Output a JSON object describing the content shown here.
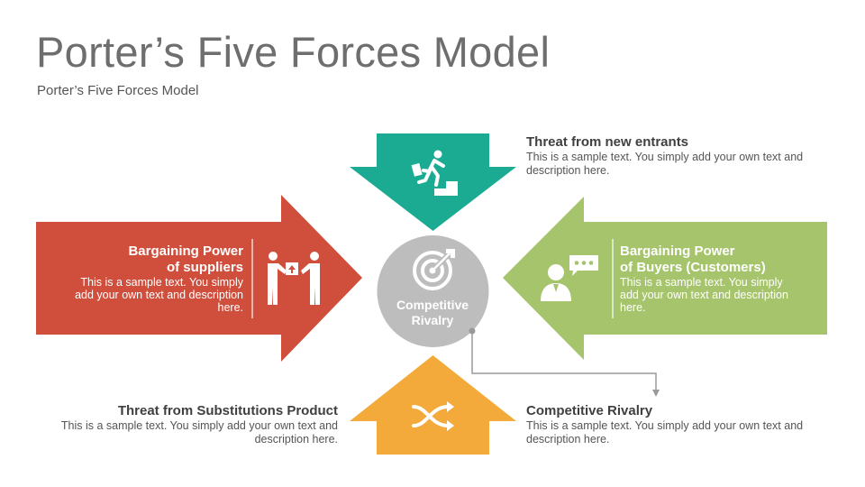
{
  "title": "Porter’s Five Forces Model",
  "subtitle": "Porter’s Five Forces Model",
  "center": {
    "label_line1": "Competitive",
    "label_line2": "Rivalry",
    "icon": "target-icon",
    "color": "#bdbdbd"
  },
  "forces": {
    "suppliers": {
      "heading_line1": "Bargaining Power",
      "heading_line2": "of suppliers",
      "body_line1": "This is a sample text. You simply",
      "body_line2": "add your own text and description",
      "body_line3": "here.",
      "icon": "handshake-delivery-icon",
      "color": "#d04e3c"
    },
    "buyers": {
      "heading_line1": "Bargaining Power",
      "heading_line2": "of Buyers (Customers)",
      "body_line1": "This is a sample text. You simply",
      "body_line2": "add your own text and description",
      "body_line3": "here.",
      "icon": "customer-review-icon",
      "color": "#a5c46b"
    },
    "new_entrants": {
      "heading": "Threat from new entrants",
      "body_line1": "This is a sample text. You simply add your own text and",
      "body_line2": "description here.",
      "icon": "climbing-stairs-icon",
      "color": "#1bab93"
    },
    "substitutes": {
      "heading": "Threat from Substitutions Product",
      "body_line1": "This is a sample text. You simply add your own text and",
      "body_line2": "description here.",
      "icon": "shuffle-icon",
      "color": "#f3aa3a"
    },
    "rivalry": {
      "heading": "Competitive Rivalry",
      "body_line1": "This is a sample text. You simply add your own text and",
      "body_line2": "description here."
    }
  }
}
